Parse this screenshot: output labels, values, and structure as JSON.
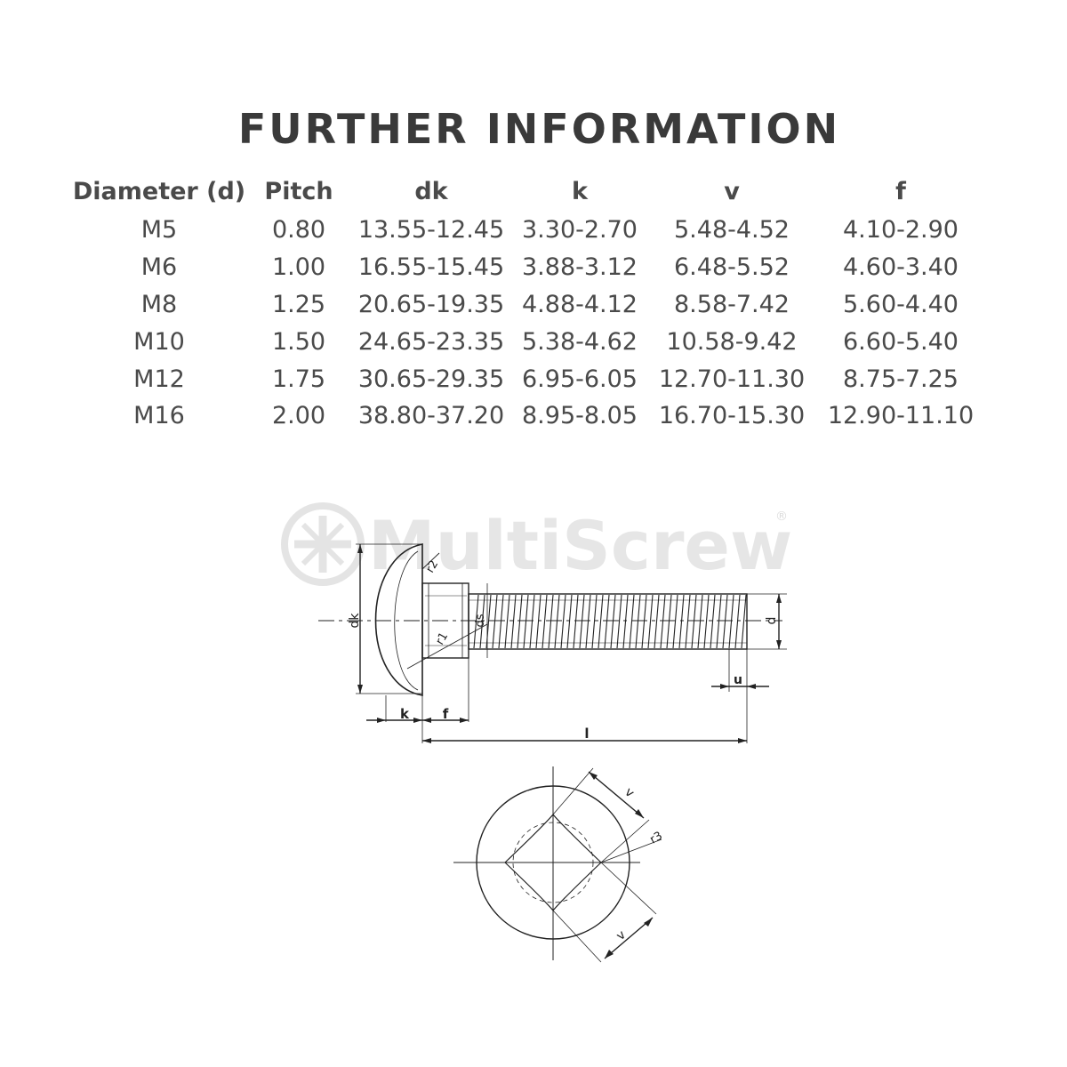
{
  "title": "FURTHER INFORMATION",
  "table": {
    "headers": [
      "Diameter (d)",
      "Pitch",
      "dk",
      "k",
      "v",
      "f"
    ],
    "rows": [
      [
        "M5",
        "0.80",
        "13.55-12.45",
        "3.30-2.70",
        "5.48-4.52",
        "4.10-2.90"
      ],
      [
        "M6",
        "1.00",
        "16.55-15.45",
        "3.88-3.12",
        "6.48-5.52",
        "4.60-3.40"
      ],
      [
        "M8",
        "1.25",
        "20.65-19.35",
        "4.88-4.12",
        "8.58-7.42",
        "5.60-4.40"
      ],
      [
        "M10",
        "1.50",
        "24.65-23.35",
        "5.38-4.62",
        "10.58-9.42",
        "6.60-5.40"
      ],
      [
        "M12",
        "1.75",
        "30.65-29.35",
        "6.95-6.05",
        "12.70-11.30",
        "8.75-7.25"
      ],
      [
        "M16",
        "2.00",
        "38.80-37.20",
        "8.95-8.05",
        "16.70-15.30",
        "12.90-11.10"
      ]
    ]
  },
  "watermark": {
    "text": "MultiScrew",
    "mark": "®"
  },
  "drawing_labels": {
    "dk": "dk",
    "ds": "ds",
    "d": "d",
    "r1": "r1",
    "r2": "r2",
    "r3": "r3",
    "k": "k",
    "f": "f",
    "l": "l",
    "u": "u",
    "v": "v"
  },
  "colors": {
    "text": "#4a4a4a",
    "line": "#222222",
    "watermark": "#e6e6e6"
  }
}
